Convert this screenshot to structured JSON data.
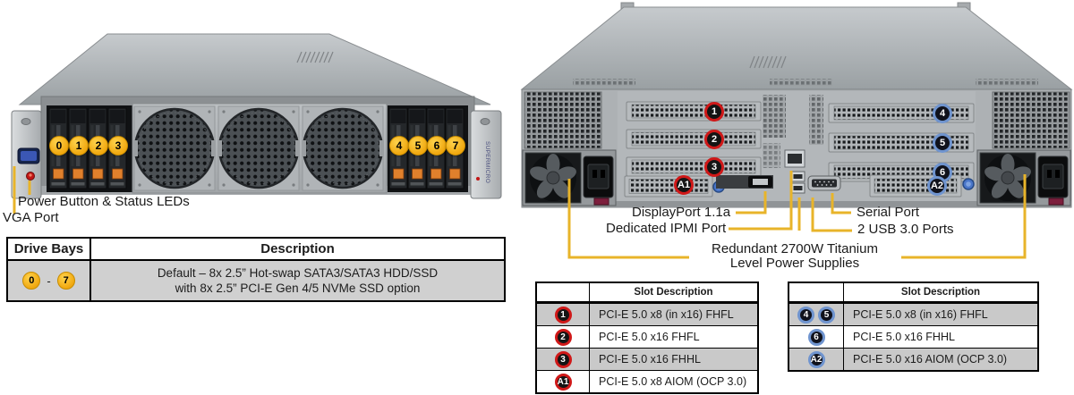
{
  "front_view": {
    "brand": "SUPERMICRO",
    "bay_numbers": [
      "0",
      "1",
      "2",
      "3",
      "4",
      "5",
      "6",
      "7"
    ],
    "callouts": {
      "power": "Power Button & Status LEDs",
      "vga": "VGA Port"
    }
  },
  "drive_table": {
    "headers": {
      "bays": "Drive Bays",
      "description": "Description"
    },
    "row": {
      "range_start": "0",
      "range_separator": "-",
      "range_end": "7",
      "description_line1": "Default – 8x 2.5” Hot-swap SATA3/SATA3 HDD/SSD",
      "description_line2": "with 8x 2.5” PCI-E Gen 4/5 NVMe SSD option"
    }
  },
  "rear_view": {
    "slot_badges": [
      "1",
      "2",
      "3",
      "4",
      "5",
      "6",
      "A1",
      "A2"
    ],
    "callouts": {
      "displayport": "DisplayPort 1.1a",
      "ipmi": "Dedicated IPMI Port",
      "serial": "Serial Port",
      "usb": "2 USB 3.0 Ports",
      "psu_line1": "Redundant 2700W Titanium",
      "psu_line2": "Level Power Supplies"
    }
  },
  "slot_tables": {
    "left": {
      "header": "Slot Description",
      "rows": [
        {
          "badges": [
            "1"
          ],
          "badge_color": "red",
          "description": "PCI-E 5.0 x8 (in x16) FHFL"
        },
        {
          "badges": [
            "2"
          ],
          "badge_color": "red",
          "description": "PCI-E 5.0 x16 FHFL"
        },
        {
          "badges": [
            "3"
          ],
          "badge_color": "red",
          "description": "PCI-E 5.0 x16 FHHL"
        },
        {
          "badges": [
            "A1"
          ],
          "badge_color": "red",
          "description": "PCI-E 5.0 x8 AIOM (OCP 3.0)"
        }
      ]
    },
    "right": {
      "header": "Slot Description",
      "rows": [
        {
          "badges": [
            "4",
            "5"
          ],
          "badge_color": "blue",
          "description": "PCI-E 5.0 x8 (in x16) FHFL"
        },
        {
          "badges": [
            "6"
          ],
          "badge_color": "blue",
          "description": "PCI-E 5.0 x16 FHHL"
        },
        {
          "badges": [
            "A2"
          ],
          "badge_color": "blue",
          "description": "PCI-E 5.0 x16 AIOM (OCP 3.0)"
        }
      ]
    }
  },
  "colors": {
    "callout_line": "#e8b42a",
    "bay_badge_fill": "#f0a70e",
    "red_badge_ring": "#cf1818",
    "blue_badge_ring": "#6f94cf",
    "table_row_gray": "#c9c9c9",
    "drive_row_gray": "#d0d0d0"
  }
}
